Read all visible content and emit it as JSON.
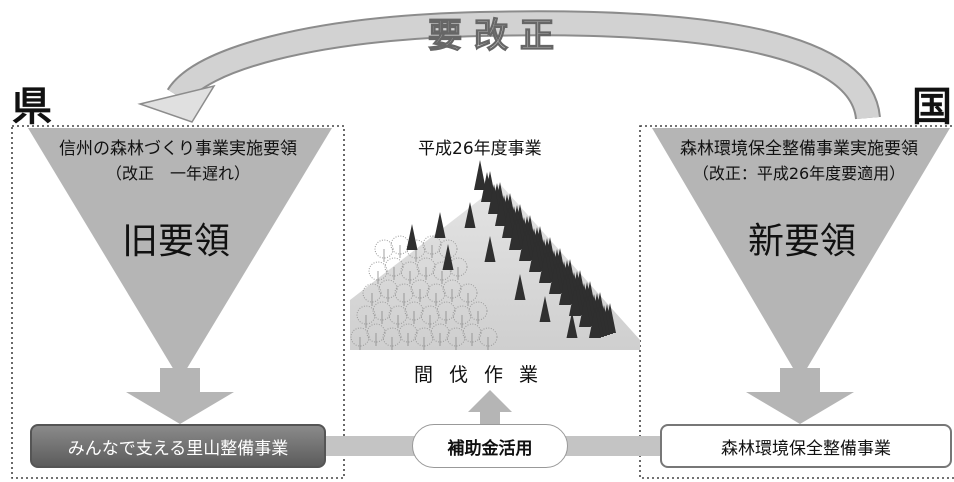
{
  "top_label": "要改正",
  "prefecture": {
    "side_label": "県",
    "doc_title": "信州の森林づくり事業実施要領",
    "doc_note": "（改正　一年遅れ）",
    "big_label": "旧要領",
    "program": "みんなで支える里山整備事業"
  },
  "national": {
    "side_label": "国",
    "doc_title": "森林環境保全整備事業実施要領",
    "doc_note": "（改正：平成26年度要適用）",
    "big_label": "新要領",
    "program": "森林環境保全整備事業"
  },
  "center": {
    "title": "平成26年度事業",
    "work_label": "間伐作業",
    "subsidy_label": "補助金活用"
  },
  "colors": {
    "funnel": "#b5b5b5",
    "connector": "#c4c4c4",
    "curve_arrow": "#a8a8a8",
    "dotted_border": "#444444",
    "dark_tree": "#2f2f2f",
    "light_tree": "#9a9a9a"
  }
}
